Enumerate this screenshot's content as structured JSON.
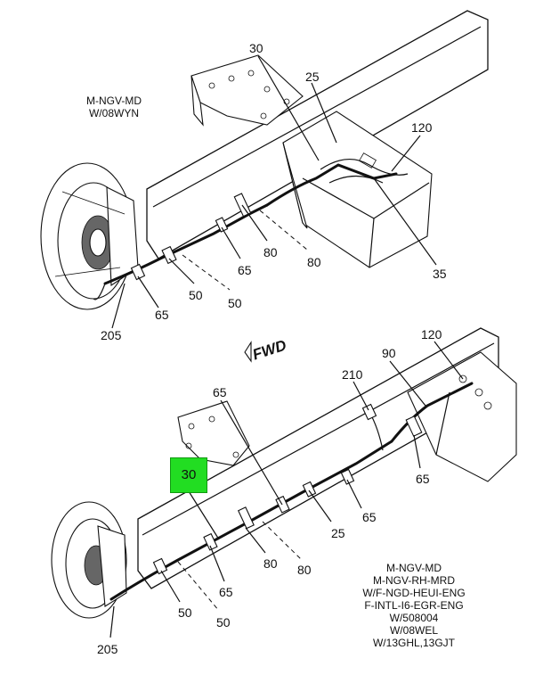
{
  "notes": {
    "top_variant": [
      "M-NGV-MD",
      "W/08WYN"
    ],
    "bottom_variant": [
      "M-NGV-MD",
      "M-NGV-RH-MRD",
      "W/F-NGD-HEUI-ENG",
      "F-INTL-I6-EGR-ENG",
      "W/508004",
      "W/08WEL",
      "W/13GHL,13GJT"
    ]
  },
  "direction_label": "FWD",
  "highlight": {
    "label": "30",
    "color": "#22dd22"
  },
  "top_callouts": {
    "c30": "30",
    "c25": "25",
    "c120": "120",
    "c80a": "80",
    "c80b": "80",
    "c65a": "65",
    "c65b": "65",
    "c50a": "50",
    "c50b": "50",
    "c205": "205",
    "c35": "35"
  },
  "bottom_callouts": {
    "c65a": "65",
    "c210": "210",
    "c90": "90",
    "c120": "120",
    "c65b": "65",
    "c65c": "65",
    "c25": "25",
    "c80a": "80",
    "c80b": "80",
    "c65d": "65",
    "c50a": "50",
    "c50b": "50",
    "c205": "205"
  }
}
